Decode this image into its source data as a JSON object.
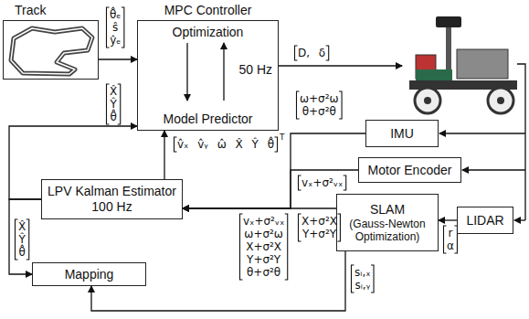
{
  "diagram": {
    "nodes": [
      {
        "text": [
          "Track"
        ]
      },
      {
        "text": [
          "MPC Controller",
          "Optimization",
          "50 Hz",
          "Model Predictor"
        ]
      },
      {
        "text": [
          "IMU"
        ]
      },
      {
        "text": [
          "Motor Encoder"
        ]
      },
      {
        "text": [
          "LPV Kalman Estimator",
          "100 Hz"
        ]
      },
      {
        "text": [
          "SLAM",
          "(Gauss-Newton Optimization)"
        ]
      },
      {
        "text": [
          "LIDAR"
        ]
      },
      {
        "text": [
          "Mapping"
        ]
      }
    ],
    "edges": [
      {
        "from": 0,
        "to": 1,
        "label": "θ̂ₑ ŝ ŷₑ",
        "arrow": "to"
      },
      {
        "from": 4,
        "to": 1,
        "label": "X̂ Ŷ θ̂",
        "arrow": "to"
      },
      {
        "from": 4,
        "to": 1,
        "label": "v̂ₓ v̂ᵧ ω̂ X̂ Ŷ θ̂",
        "arrow": "to"
      },
      {
        "from": 2,
        "to": 4,
        "label": "ω+σ²ω θ+σ²θ",
        "arrow": "to"
      },
      {
        "from": 3,
        "to": 4,
        "label": "vₓ+σ²ᵥₓ",
        "arrow": "to"
      },
      {
        "from": 5,
        "to": 4,
        "label": "X+σ²X Y+σ²Y",
        "arrow": "to"
      },
      {
        "from": 6,
        "to": 5,
        "label": "r α",
        "arrow": "to"
      },
      {
        "from": 4,
        "to": 7,
        "label": "X̂ Ŷ θ̂",
        "arrow": "to"
      },
      {
        "from": 5,
        "to": 7,
        "label": "sᵢ,ₓ sᵢ,ᵧ",
        "arrow": "to"
      }
    ],
    "labels": [
      "D, δ",
      "T",
      "vₓ+σ²ᵥₓ ω+σ²ω X+σ²X Y+σ²Y θ+σ²θ"
    ]
  }
}
